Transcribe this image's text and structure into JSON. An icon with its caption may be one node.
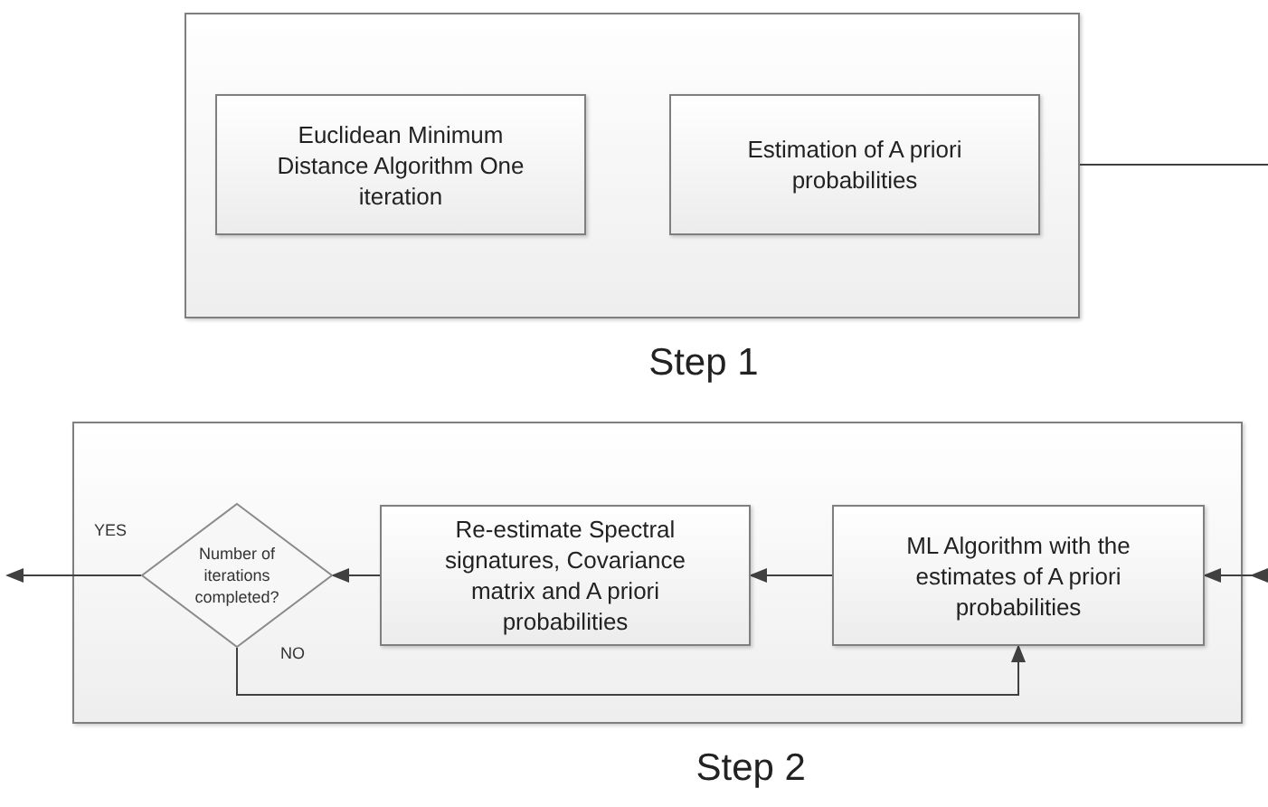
{
  "diagram": {
    "nodes": [
      {
        "text": [
          "Step 1"
        ]
      },
      {
        "text": [
          "Euclidean Minimum Distance Algorithm One iteration"
        ],
        "in": 0
      },
      {
        "text": [
          "Estimation of A priori probabilities"
        ],
        "in": 0
      },
      {
        "text": [
          "Step 2"
        ]
      },
      {
        "text": [
          "Number of iterations completed?"
        ],
        "in": 3
      },
      {
        "text": [
          "Re-estimate Spectral signatures, Covariance matrix and A priori probabilities"
        ],
        "in": 3
      },
      {
        "text": [
          "ML Algorithm with the estimates of A priori probabilities"
        ],
        "in": 3
      }
    ],
    "edges": [
      {
        "from": 0,
        "to": null,
        "arrow": "none"
      },
      {
        "from": null,
        "to": 6,
        "arrow": "to"
      },
      {
        "from": 6,
        "to": 5,
        "arrow": "to"
      },
      {
        "from": 5,
        "to": 4,
        "arrow": "to"
      },
      {
        "from": 4,
        "to": null,
        "arrow": "to",
        "label": "YES"
      },
      {
        "from": 4,
        "to": 6,
        "arrow": "to",
        "label": "NO"
      }
    ]
  }
}
